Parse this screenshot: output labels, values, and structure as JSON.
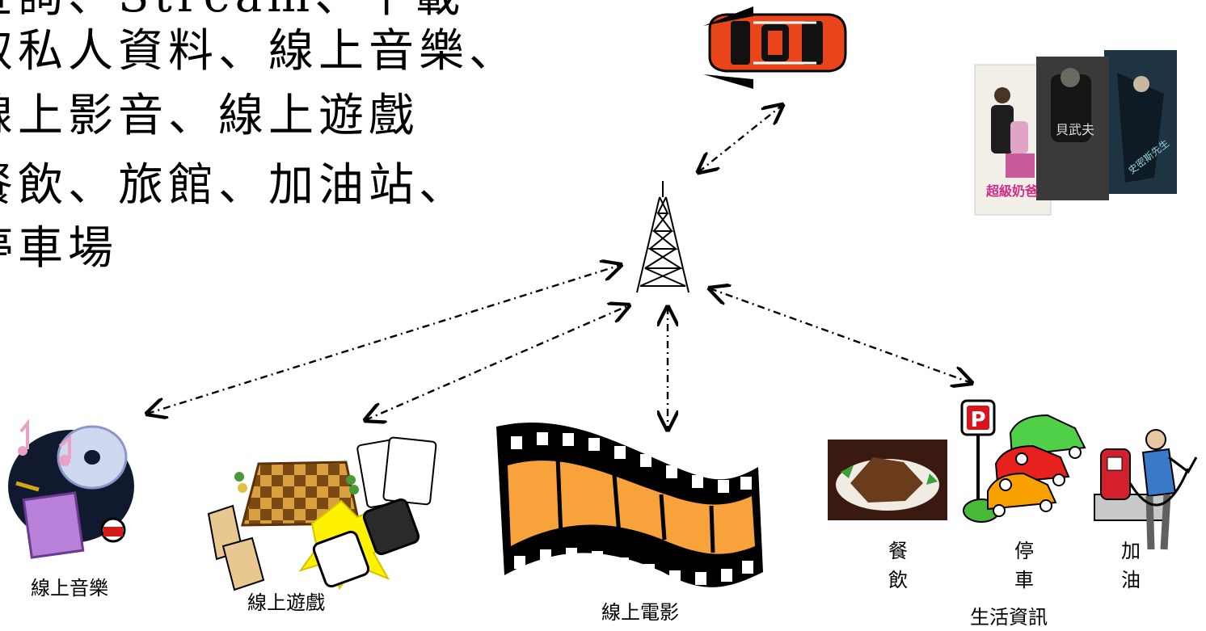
{
  "bullets": {
    "line1": "查詢、Stream、下載",
    "line2": "取私人資料、線上音樂、",
    "line3": "線上影音、線上遊戲",
    "line4": "餐飲、旅館、加油站、",
    "line5": "停車場"
  },
  "captions": {
    "music": "線上音樂",
    "games": "線上遊戲",
    "movies": "線上電影",
    "dining": "餐飲",
    "parking": "停車",
    "fuel": "加油",
    "life_info": "生活資訊"
  },
  "movie_posters": {
    "left_title": "超級奶爸",
    "middle_title": "貝武夫",
    "right_title": "史密斯先生"
  },
  "parking_sign": "P",
  "colors": {
    "car_orange": "#e8461a",
    "film_orange": "#f7a23a",
    "checker_dark": "#7a4a12",
    "checker_light": "#d8a040",
    "pump_red": "#d4202c",
    "parking_red": "#d8141e"
  }
}
